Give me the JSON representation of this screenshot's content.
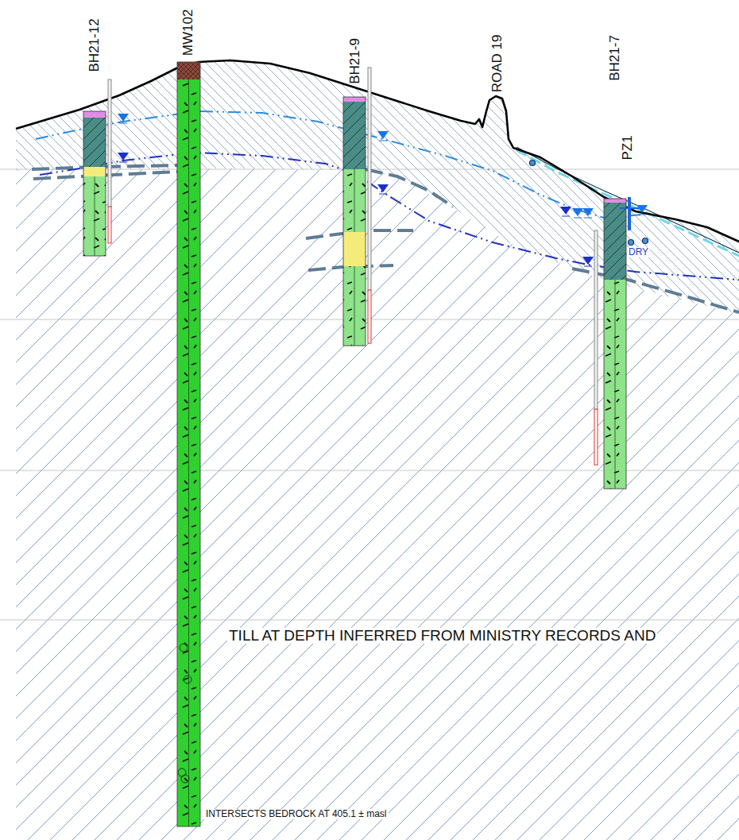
{
  "diagram": {
    "labels": [
      "BH21-12",
      "MW102",
      "BH21-9",
      "ROAD 19",
      "BH21-7",
      "PZ1",
      "DRY",
      "TILL AT DEPTH INFERRED FROM MINISTRY RECORDS AND",
      "INTERSECTS BEDROCK AT 405.1 ± masl"
    ]
  }
}
